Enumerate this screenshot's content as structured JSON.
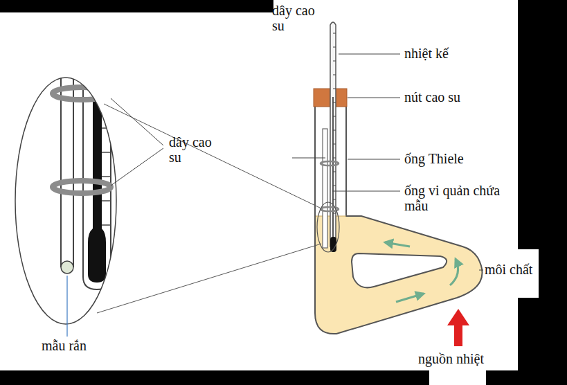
{
  "diagram": {
    "labels": [
      "dây cao su",
      "nhiệt kế",
      "nút cao su",
      "ống Thiele",
      "ống vi quản chứa mẫu",
      "môi chất",
      "nguồn nhiệt",
      "dây cao su",
      "mẫu rắn"
    ]
  }
}
